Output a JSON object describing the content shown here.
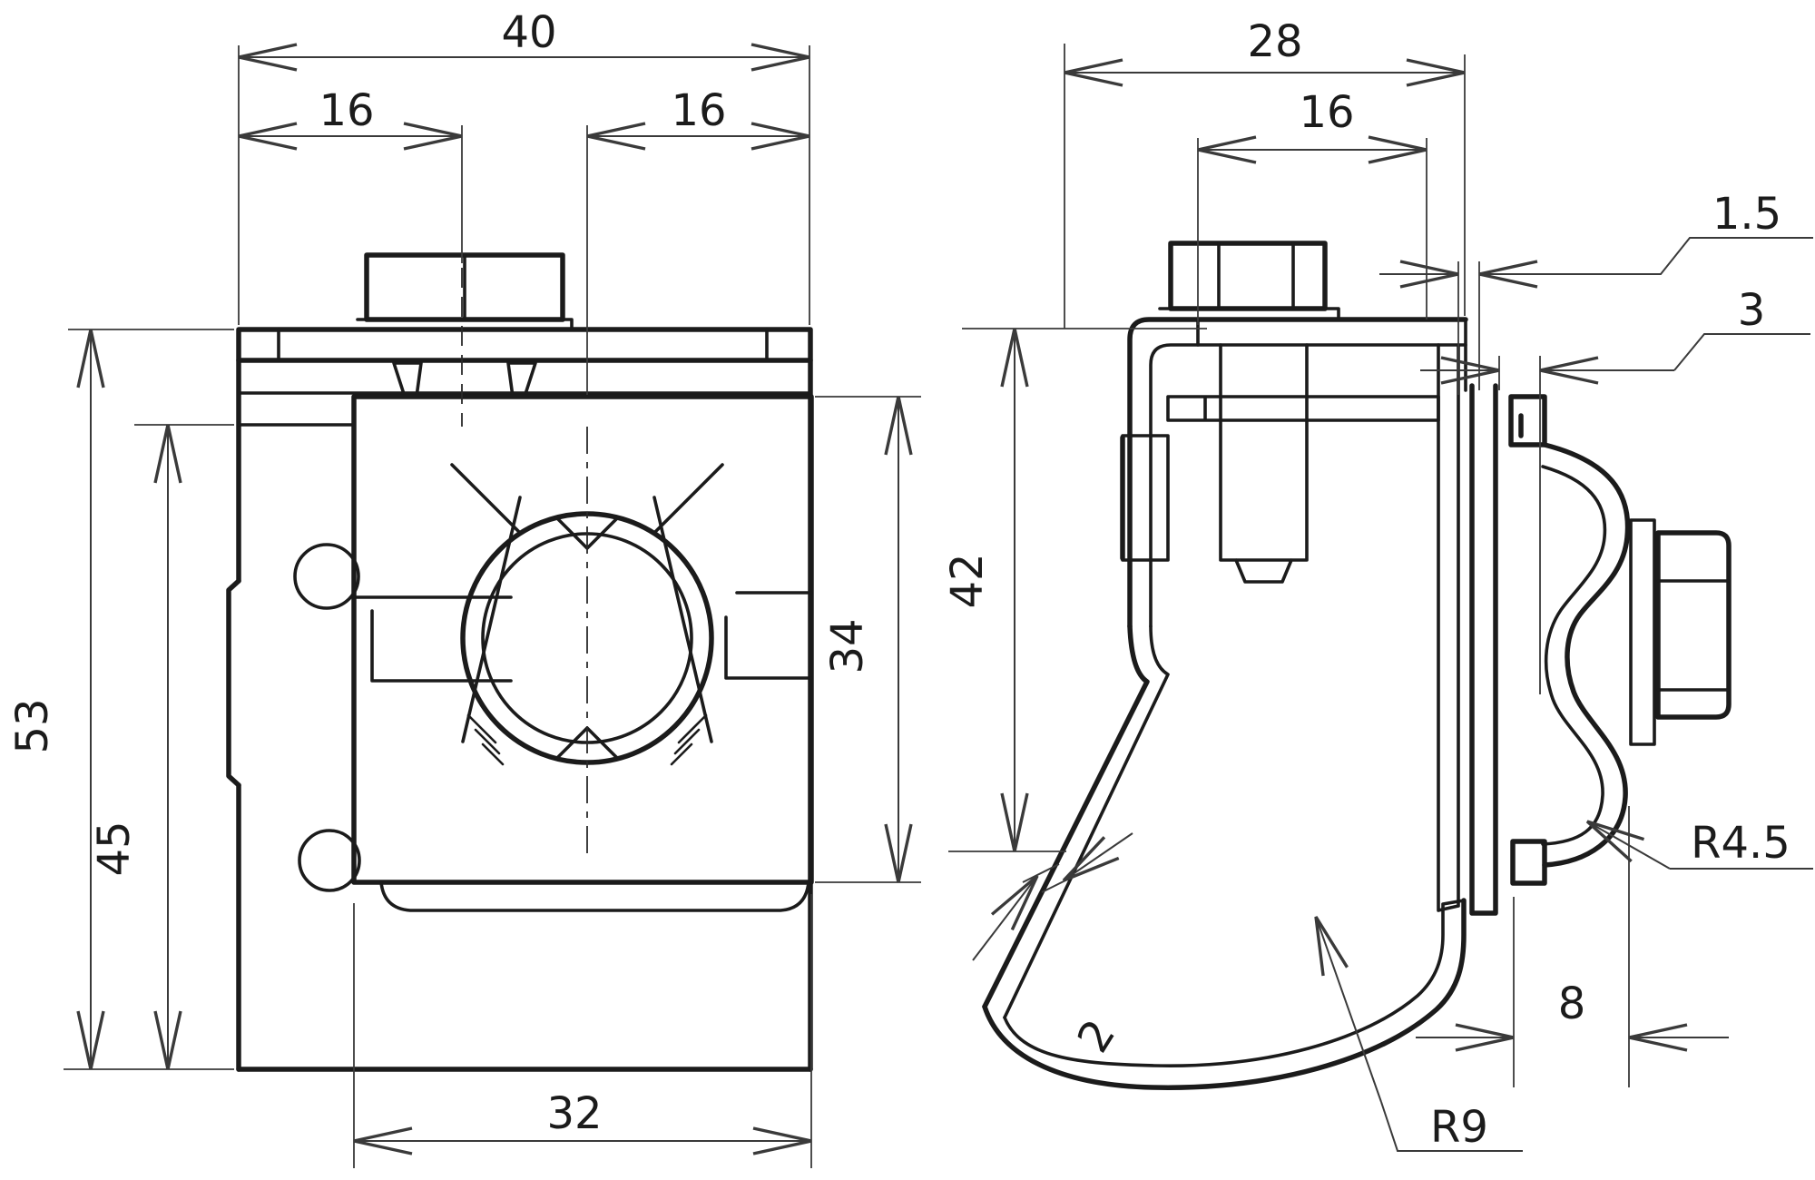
{
  "drawing": {
    "kind": "technical-dimension-drawing",
    "colors": {
      "background": "#ffffff",
      "line": "#1b1b1b"
    },
    "views": {
      "front": {
        "label": "front-view",
        "dims": {
          "total_width": "40",
          "left_pitch": "16",
          "right_pitch": "16",
          "total_height": "53",
          "inner_height": "45",
          "block_height": "34",
          "block_width": "32"
        }
      },
      "side": {
        "label": "side-view",
        "dims": {
          "total_depth": "28",
          "bolt_offset": "16",
          "sheet_gap": "1.5",
          "rail_gap": "3",
          "clamp_height": "42",
          "material_thickness": "2",
          "hook_radius": "R9",
          "wave_depth": "8",
          "wave_radius": "R4.5"
        }
      }
    }
  }
}
